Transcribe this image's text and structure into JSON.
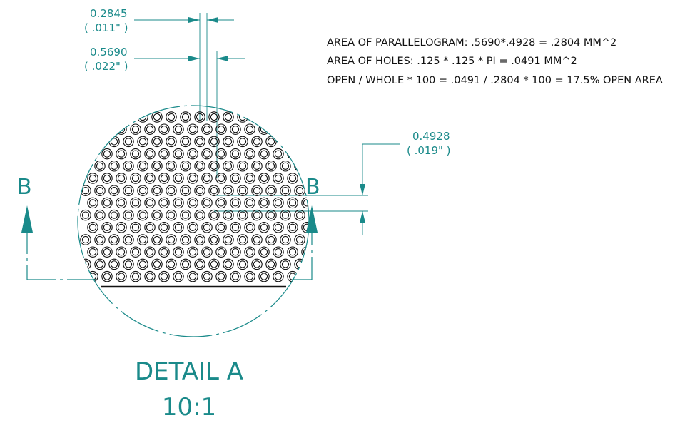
{
  "dimensions": {
    "hole_pitch_half": {
      "value": "0.2845",
      "inch": "( .011\" )"
    },
    "hole_pitch": {
      "value": "0.5690",
      "inch": "( .022\" )"
    },
    "row_pitch": {
      "value": "0.4928",
      "inch": "( .019\" )"
    }
  },
  "notes": [
    "AREA OF PARALLELOGRAM: .5690*.4928 = .2804 MM^2",
    "AREA OF HOLES: .125 * .125 * PI = .0491 MM^2",
    "OPEN  / WHOLE * 100 = .0491 / .2804 * 100 = 17.5% OPEN AREA"
  ],
  "section": {
    "left_label": "B",
    "right_label": "B"
  },
  "detail": {
    "title": "DETAIL A",
    "scale": "10:1"
  },
  "colors": {
    "dimension": "#1a8a8a",
    "geometry": "#111111"
  }
}
